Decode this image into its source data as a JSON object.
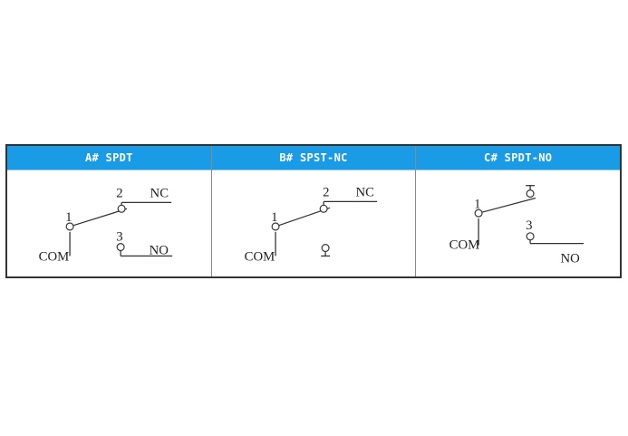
{
  "panels": [
    {
      "header": "A# SPDT",
      "labels": {
        "com": "COM",
        "t1": "1",
        "t2": "2",
        "t3": "3",
        "nc": "NC",
        "no": "NO"
      }
    },
    {
      "header": "B# SPST-NC",
      "labels": {
        "com": "COM",
        "t1": "1",
        "t2": "2",
        "nc": "NC"
      }
    },
    {
      "header": "C# SPDT-NO",
      "labels": {
        "com": "COM",
        "t1": "1",
        "t3": "3",
        "no": "NO"
      }
    }
  ],
  "colors": {
    "header_bg": "#1a9be6",
    "header_text": "#ffffff",
    "line": "#333333"
  }
}
